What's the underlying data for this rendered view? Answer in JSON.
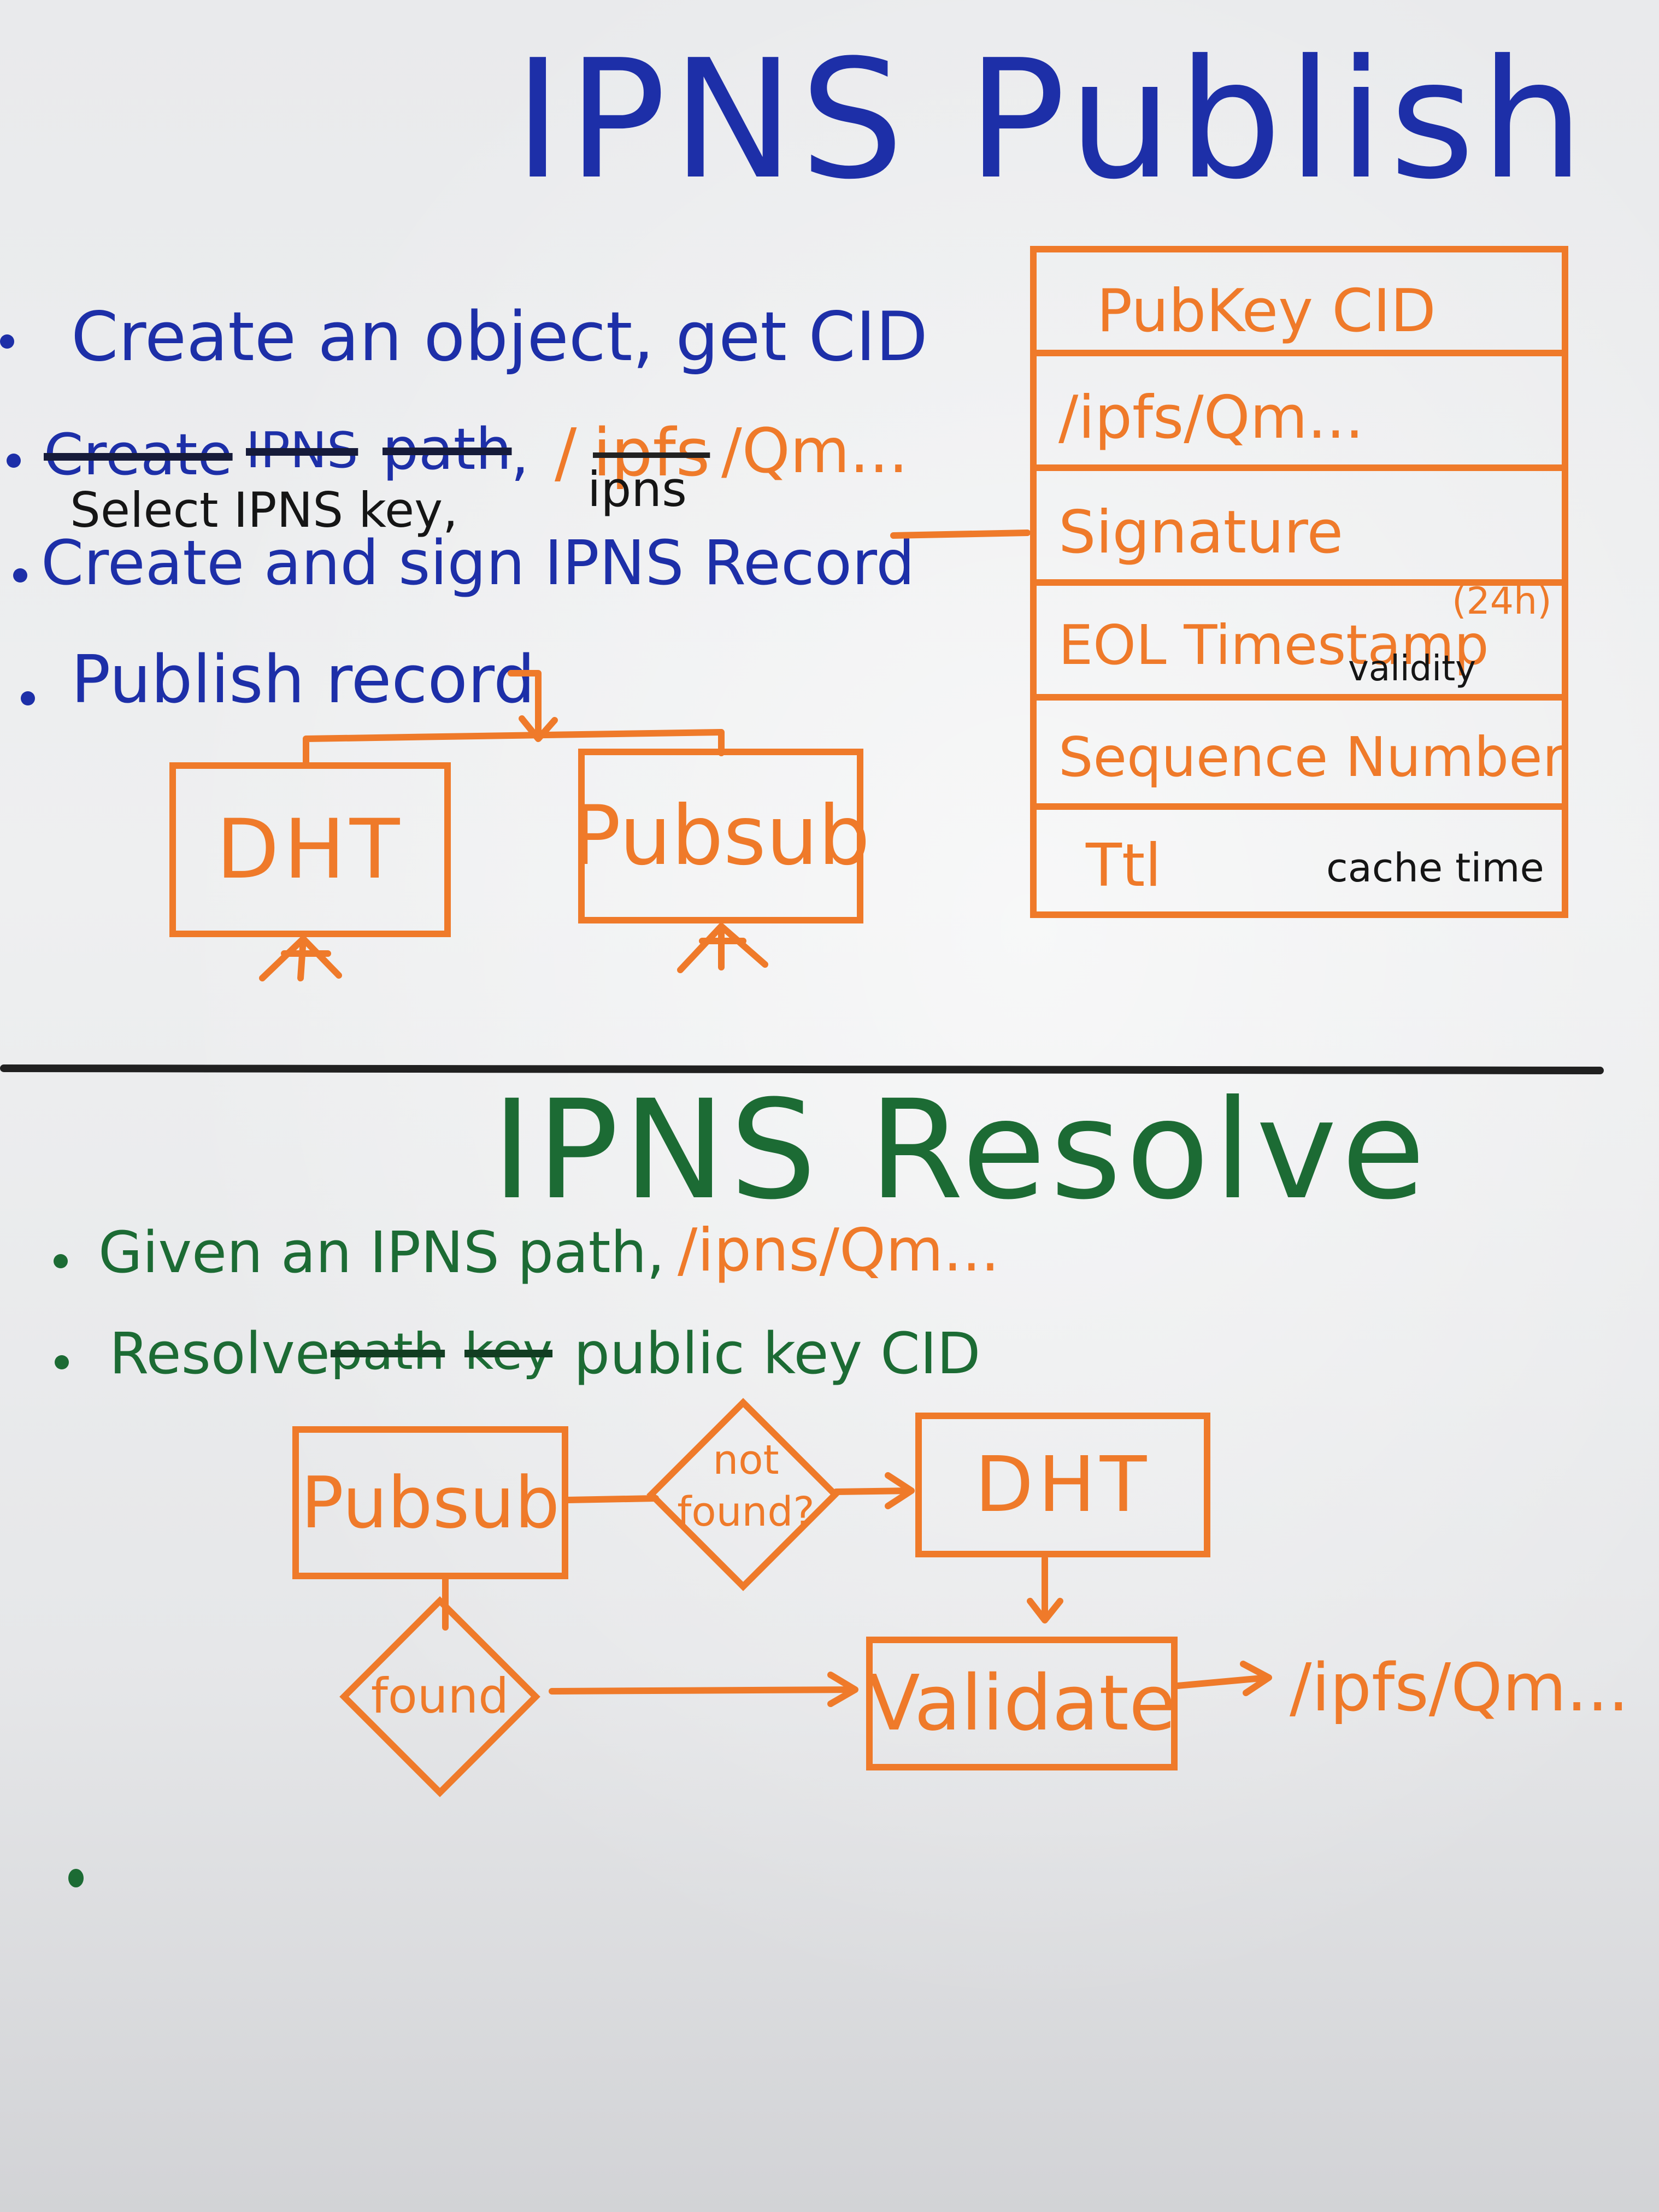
{
  "publish": {
    "title": "IPNS Publish",
    "bullet_1": "Create an object, get CID",
    "bullet_2": {
      "struck_words": [
        "Create",
        "IPNS",
        "path"
      ],
      "comma": ",",
      "path_struck_part": "ipfs",
      "path_slash_1": "/",
      "path_rest": "/Qm...",
      "inserted_text": "Select IPNS key,",
      "inserted_ipns": "ipns"
    },
    "bullet_3": "Create and sign IPNS Record",
    "bullet_4": "Publish record",
    "targets": [
      "DHT",
      "Pubsub"
    ],
    "record_fields": [
      {
        "label": "PubKey CID"
      },
      {
        "label": "/ipfs/Qm..."
      },
      {
        "label": "Signature"
      },
      {
        "label": "EOL Timestamp",
        "superscript": "(24h)",
        "note": "validity"
      },
      {
        "label": "Sequence Number"
      },
      {
        "label": "Ttl",
        "note": "cache time"
      }
    ]
  },
  "resolve": {
    "title": "IPNS Resolve",
    "bullet_1": {
      "text": "Given an IPNS path,",
      "path": "/ipns/Qm..."
    },
    "bullet_2": {
      "text": "Resolve",
      "struck_words": [
        "path",
        "key"
      ],
      "rest": "public key CID"
    },
    "flow": {
      "pubsub": "Pubsub",
      "not_found_line1": "not",
      "not_found_line2": "found?",
      "dht": "DHT",
      "found": "found",
      "validate": "Validate",
      "output": "/ipfs/Qm..."
    }
  },
  "colors": {
    "blue": "#1d2fa8",
    "green": "#1c6b34",
    "orange": "#ef7a2a",
    "black": "#151515"
  }
}
